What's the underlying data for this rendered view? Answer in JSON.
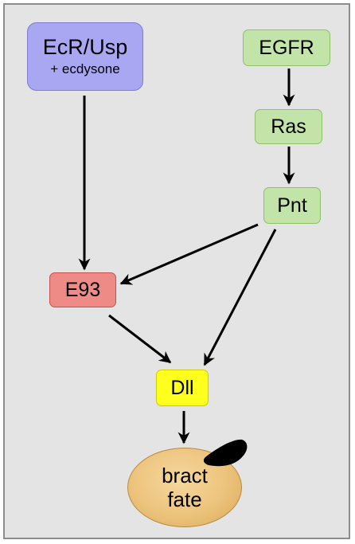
{
  "nodes": {
    "ecr_usp": {
      "label": "EcR/Usp",
      "sublabel": "+ ecdysone"
    },
    "egfr": {
      "label": "EGFR"
    },
    "ras": {
      "label": "Ras"
    },
    "pnt": {
      "label": "Pnt"
    },
    "e93": {
      "label": "E93"
    },
    "dll": {
      "label": "Dll"
    },
    "bract": {
      "line1": "bract",
      "line2": "fate"
    }
  },
  "edges": [
    {
      "from": "EcR/Usp",
      "to": "E93"
    },
    {
      "from": "EGFR",
      "to": "Ras"
    },
    {
      "from": "Ras",
      "to": "Pnt"
    },
    {
      "from": "Pnt",
      "to": "E93"
    },
    {
      "from": "Pnt",
      "to": "Dll"
    },
    {
      "from": "E93",
      "to": "Dll"
    },
    {
      "from": "Dll",
      "to": "bract fate"
    }
  ],
  "colors": {
    "ecr_usp": "#a9a6f2",
    "egfr_pathway": "#c3e4a8",
    "e93": "#ef8b87",
    "dll": "#ffff1e",
    "bract": "#ecc37c"
  }
}
